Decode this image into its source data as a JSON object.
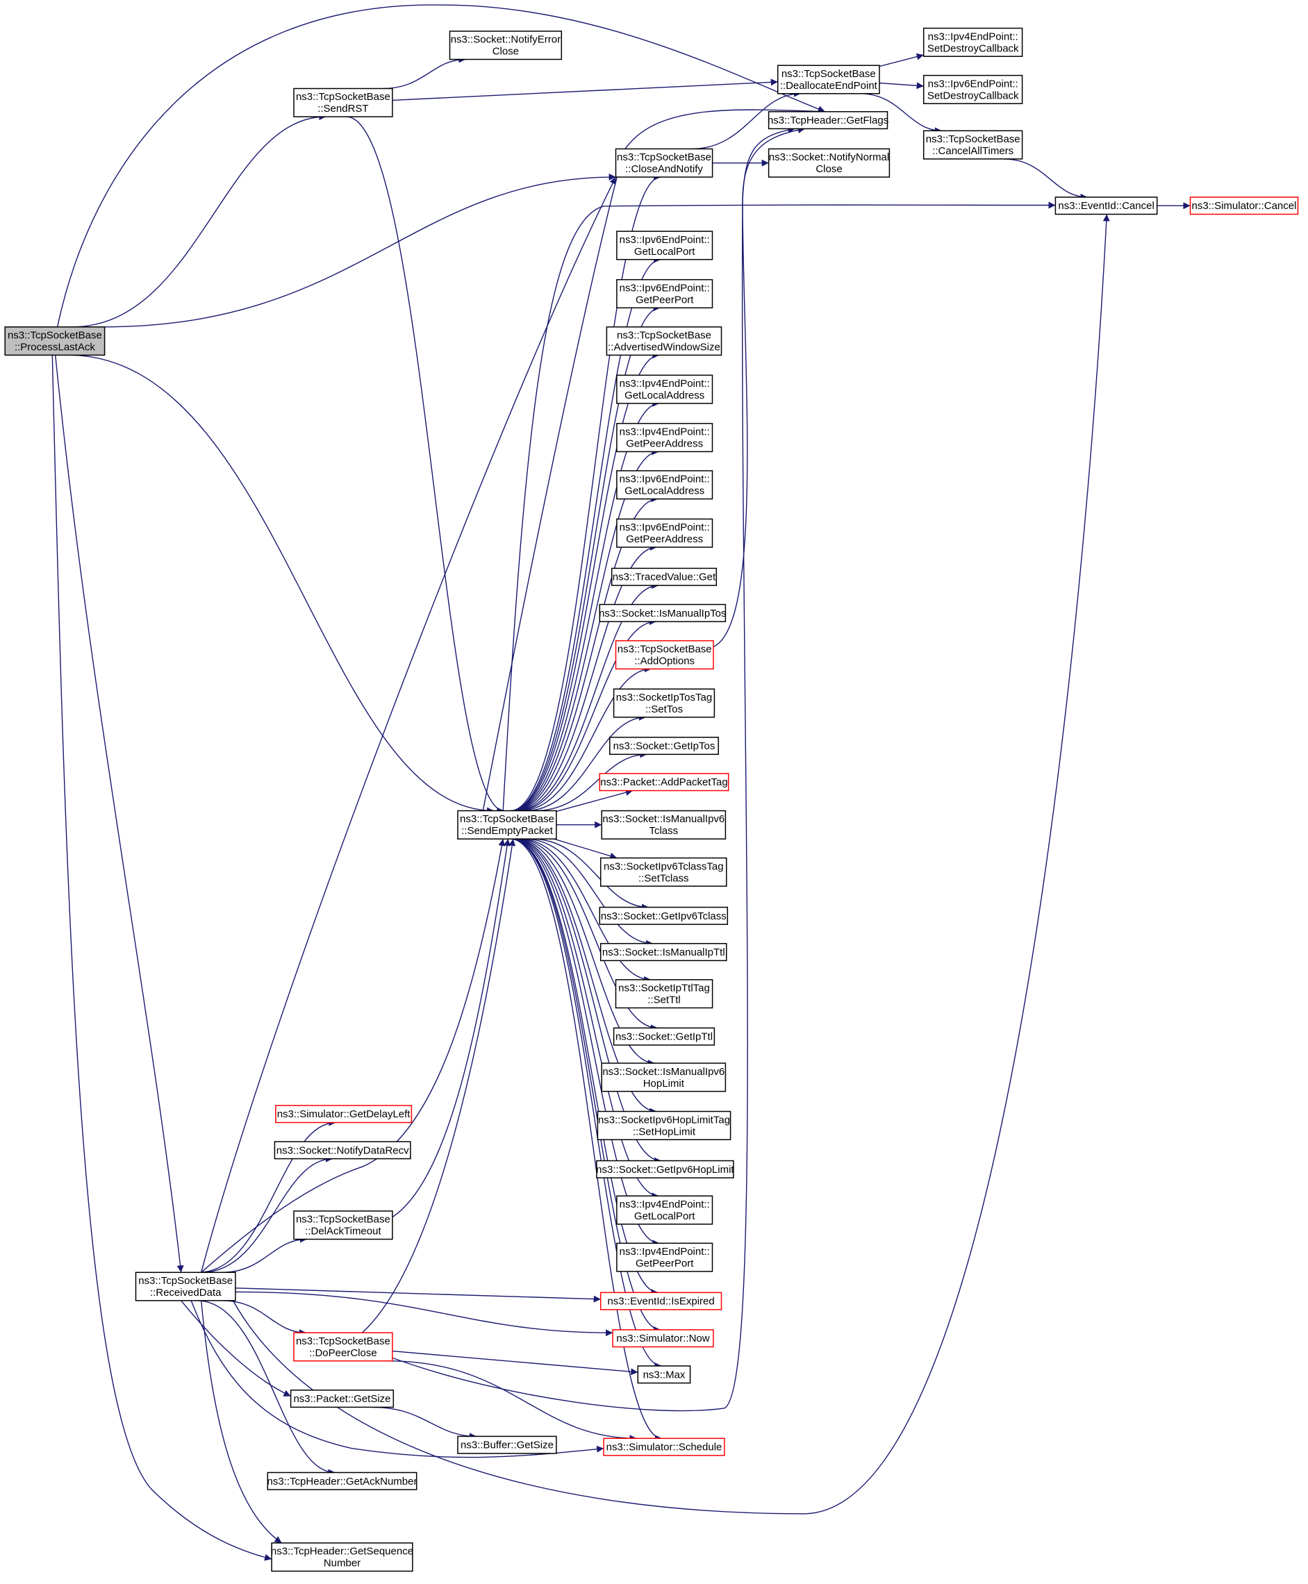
{
  "colors": {
    "edge": "#191970",
    "node_border": "#000000",
    "node_border_truncated": "#ff0000",
    "node_fill": "#ffffff",
    "root_fill": "#bfbfbf"
  },
  "nodes": [
    {
      "id": "process_last_ack",
      "name": "tcp-socket-base-process-last-ack",
      "lines": [
        "ns3::TcpSocketBase",
        "::ProcessLastAck"
      ],
      "root": true
    },
    {
      "id": "send_rst",
      "name": "tcp-socket-base-send-rst",
      "lines": [
        "ns3::TcpSocketBase",
        "::SendRST"
      ]
    },
    {
      "id": "notify_error_close",
      "name": "socket-notify-error-close",
      "lines": [
        "ns3::Socket::NotifyError",
        "Close"
      ]
    },
    {
      "id": "deallocate_endpoint",
      "name": "tcp-socket-base-deallocate-end-point",
      "lines": [
        "ns3::TcpSocketBase",
        "::DeallocateEndPoint"
      ]
    },
    {
      "id": "ipv4_set_destroy_cb",
      "name": "ipv4-end-point-set-destroy-callback",
      "lines": [
        "ns3::Ipv4EndPoint::",
        "SetDestroyCallback"
      ]
    },
    {
      "id": "ipv6_set_destroy_cb",
      "name": "ipv6-end-point-set-destroy-callback",
      "lines": [
        "ns3::Ipv6EndPoint::",
        "SetDestroyCallback"
      ]
    },
    {
      "id": "tcp_header_get_flags",
      "name": "tcp-header-get-flags",
      "lines": [
        "ns3::TcpHeader::GetFlags"
      ]
    },
    {
      "id": "cancel_all_timers",
      "name": "tcp-socket-base-cancel-all-timers",
      "lines": [
        "ns3::TcpSocketBase",
        "::CancelAllTimers"
      ]
    },
    {
      "id": "close_and_notify",
      "name": "tcp-socket-base-close-and-notify",
      "lines": [
        "ns3::TcpSocketBase",
        "::CloseAndNotify"
      ]
    },
    {
      "id": "notify_normal_close",
      "name": "socket-notify-normal-close",
      "lines": [
        "ns3::Socket::NotifyNormal",
        "Close"
      ]
    },
    {
      "id": "event_id_cancel",
      "name": "event-id-cancel",
      "lines": [
        "ns3::EventId::Cancel"
      ]
    },
    {
      "id": "simulator_cancel",
      "name": "simulator-cancel",
      "lines": [
        "ns3::Simulator::Cancel"
      ],
      "truncated": true
    },
    {
      "id": "ipv6_get_local_port",
      "name": "ipv6-end-point-get-local-port",
      "lines": [
        "ns3::Ipv6EndPoint::",
        "GetLocalPort"
      ]
    },
    {
      "id": "ipv6_get_peer_port",
      "name": "ipv6-end-point-get-peer-port",
      "lines": [
        "ns3::Ipv6EndPoint::",
        "GetPeerPort"
      ]
    },
    {
      "id": "advertised_window_size",
      "name": "tcp-socket-base-advertised-window-size",
      "lines": [
        "ns3::TcpSocketBase",
        "::AdvertisedWindowSize"
      ]
    },
    {
      "id": "ipv4_get_local_address",
      "name": "ipv4-end-point-get-local-address",
      "lines": [
        "ns3::Ipv4EndPoint::",
        "GetLocalAddress"
      ]
    },
    {
      "id": "ipv4_get_peer_address",
      "name": "ipv4-end-point-get-peer-address",
      "lines": [
        "ns3::Ipv4EndPoint::",
        "GetPeerAddress"
      ]
    },
    {
      "id": "ipv6_get_local_address",
      "name": "ipv6-end-point-get-local-address",
      "lines": [
        "ns3::Ipv6EndPoint::",
        "GetLocalAddress"
      ]
    },
    {
      "id": "ipv6_get_peer_address",
      "name": "ipv6-end-point-get-peer-address",
      "lines": [
        "ns3::Ipv6EndPoint::",
        "GetPeerAddress"
      ]
    },
    {
      "id": "traced_value_get",
      "name": "traced-value-get",
      "lines": [
        "ns3::TracedValue::Get"
      ]
    },
    {
      "id": "is_manual_ip_tos",
      "name": "socket-is-manual-ip-tos",
      "lines": [
        "ns3::Socket::IsManualIpTos"
      ]
    },
    {
      "id": "add_options",
      "name": "tcp-socket-base-add-options",
      "lines": [
        "ns3::TcpSocketBase",
        "::AddOptions"
      ],
      "truncated": true
    },
    {
      "id": "ip_tos_tag_set_tos",
      "name": "socket-ip-tos-tag-set-tos",
      "lines": [
        "ns3::SocketIpTosTag",
        "::SetTos"
      ]
    },
    {
      "id": "get_ip_tos",
      "name": "socket-get-ip-tos",
      "lines": [
        "ns3::Socket::GetIpTos"
      ]
    },
    {
      "id": "add_packet_tag",
      "name": "packet-add-packet-tag",
      "lines": [
        "ns3::Packet::AddPacketTag"
      ],
      "truncated": true
    },
    {
      "id": "send_empty_packet",
      "name": "tcp-socket-base-send-empty-packet",
      "lines": [
        "ns3::TcpSocketBase",
        "::SendEmptyPacket"
      ]
    },
    {
      "id": "is_manual_ipv6_tclass",
      "name": "socket-is-manual-ipv6-tclass",
      "lines": [
        "ns3::Socket::IsManualIpv6",
        "Tclass"
      ]
    },
    {
      "id": "ipv6_tclass_tag_set_tclass",
      "name": "socket-ipv6-tclass-tag-set-tclass",
      "lines": [
        "ns3::SocketIpv6TclassTag",
        "::SetTclass"
      ]
    },
    {
      "id": "get_ipv6_tclass",
      "name": "socket-get-ipv6-tclass",
      "lines": [
        "ns3::Socket::GetIpv6Tclass"
      ]
    },
    {
      "id": "is_manual_ip_ttl",
      "name": "socket-is-manual-ip-ttl",
      "lines": [
        "ns3::Socket::IsManualIpTtl"
      ]
    },
    {
      "id": "ip_ttl_tag_set_ttl",
      "name": "socket-ip-ttl-tag-set-ttl",
      "lines": [
        "ns3::SocketIpTtlTag",
        "::SetTtl"
      ]
    },
    {
      "id": "get_ip_ttl",
      "name": "socket-get-ip-ttl",
      "lines": [
        "ns3::Socket::GetIpTtl"
      ]
    },
    {
      "id": "is_manual_ipv6_hop_limit",
      "name": "socket-is-manual-ipv6-hop-limit",
      "lines": [
        "ns3::Socket::IsManualIpv6",
        "HopLimit"
      ]
    },
    {
      "id": "ipv6_hop_limit_tag_set",
      "name": "socket-ipv6-hop-limit-tag-set-hop-limit",
      "lines": [
        "ns3::SocketIpv6HopLimitTag",
        "::SetHopLimit"
      ]
    },
    {
      "id": "get_ipv6_hop_limit",
      "name": "socket-get-ipv6-hop-limit",
      "lines": [
        "ns3::Socket::GetIpv6HopLimit"
      ]
    },
    {
      "id": "ipv4_get_local_port",
      "name": "ipv4-end-point-get-local-port",
      "lines": [
        "ns3::Ipv4EndPoint::",
        "GetLocalPort"
      ]
    },
    {
      "id": "ipv4_get_peer_port",
      "name": "ipv4-end-point-get-peer-port",
      "lines": [
        "ns3::Ipv4EndPoint::",
        "GetPeerPort"
      ]
    },
    {
      "id": "simulator_get_delay_left",
      "name": "simulator-get-delay-left",
      "lines": [
        "ns3::Simulator::GetDelayLeft"
      ],
      "truncated": true
    },
    {
      "id": "notify_data_recv",
      "name": "socket-notify-data-recv",
      "lines": [
        "ns3::Socket::NotifyDataRecv"
      ]
    },
    {
      "id": "del_ack_timeout",
      "name": "tcp-socket-base-del-ack-timeout",
      "lines": [
        "ns3::TcpSocketBase",
        "::DelAckTimeout"
      ]
    },
    {
      "id": "received_data",
      "name": "tcp-socket-base-received-data",
      "lines": [
        "ns3::TcpSocketBase",
        "::ReceivedData"
      ]
    },
    {
      "id": "event_id_is_expired",
      "name": "event-id-is-expired",
      "lines": [
        "ns3::EventId::IsExpired"
      ],
      "truncated": true
    },
    {
      "id": "do_peer_close",
      "name": "tcp-socket-base-do-peer-close",
      "lines": [
        "ns3::TcpSocketBase",
        "::DoPeerClose"
      ],
      "truncated": true
    },
    {
      "id": "simulator_now",
      "name": "simulator-now",
      "lines": [
        "ns3::Simulator::Now"
      ],
      "truncated": true
    },
    {
      "id": "ns3_max",
      "name": "ns3-max",
      "lines": [
        "ns3::Max"
      ]
    },
    {
      "id": "packet_get_size",
      "name": "packet-get-size",
      "lines": [
        "ns3::Packet::GetSize"
      ]
    },
    {
      "id": "buffer_get_size",
      "name": "buffer-get-size",
      "lines": [
        "ns3::Buffer::GetSize"
      ]
    },
    {
      "id": "simulator_schedule",
      "name": "simulator-schedule",
      "lines": [
        "ns3::Simulator::Schedule"
      ],
      "truncated": true
    },
    {
      "id": "get_ack_number",
      "name": "tcp-header-get-ack-number",
      "lines": [
        "ns3::TcpHeader::GetAckNumber"
      ]
    },
    {
      "id": "get_sequence_number",
      "name": "tcp-header-get-sequence-number",
      "lines": [
        "ns3::TcpHeader::GetSequence",
        "Number"
      ]
    }
  ],
  "edges": [
    [
      "process_last_ack",
      "send_rst"
    ],
    [
      "process_last_ack",
      "tcp_header_get_flags"
    ],
    [
      "process_last_ack",
      "close_and_notify"
    ],
    [
      "process_last_ack",
      "send_empty_packet"
    ],
    [
      "process_last_ack",
      "received_data"
    ],
    [
      "process_last_ack",
      "get_sequence_number"
    ],
    [
      "send_rst",
      "notify_error_close"
    ],
    [
      "send_rst",
      "deallocate_endpoint"
    ],
    [
      "send_rst",
      "send_empty_packet"
    ],
    [
      "deallocate_endpoint",
      "ipv4_set_destroy_cb"
    ],
    [
      "deallocate_endpoint",
      "ipv6_set_destroy_cb"
    ],
    [
      "deallocate_endpoint",
      "cancel_all_timers"
    ],
    [
      "cancel_all_timers",
      "event_id_cancel"
    ],
    [
      "event_id_cancel",
      "simulator_cancel"
    ],
    [
      "close_and_notify",
      "deallocate_endpoint"
    ],
    [
      "close_and_notify",
      "notify_normal_close"
    ],
    [
      "add_options",
      "tcp_header_get_flags"
    ],
    [
      "send_empty_packet",
      "tcp_header_get_flags"
    ],
    [
      "send_empty_packet",
      "close_and_notify"
    ],
    [
      "send_empty_packet",
      "event_id_cancel"
    ],
    [
      "send_empty_packet",
      "ipv6_get_local_port"
    ],
    [
      "send_empty_packet",
      "ipv6_get_peer_port"
    ],
    [
      "send_empty_packet",
      "advertised_window_size"
    ],
    [
      "send_empty_packet",
      "ipv4_get_local_address"
    ],
    [
      "send_empty_packet",
      "ipv4_get_peer_address"
    ],
    [
      "send_empty_packet",
      "ipv6_get_local_address"
    ],
    [
      "send_empty_packet",
      "ipv6_get_peer_address"
    ],
    [
      "send_empty_packet",
      "traced_value_get"
    ],
    [
      "send_empty_packet",
      "is_manual_ip_tos"
    ],
    [
      "send_empty_packet",
      "add_options"
    ],
    [
      "send_empty_packet",
      "ip_tos_tag_set_tos"
    ],
    [
      "send_empty_packet",
      "get_ip_tos"
    ],
    [
      "send_empty_packet",
      "add_packet_tag"
    ],
    [
      "send_empty_packet",
      "is_manual_ipv6_tclass"
    ],
    [
      "send_empty_packet",
      "ipv6_tclass_tag_set_tclass"
    ],
    [
      "send_empty_packet",
      "get_ipv6_tclass"
    ],
    [
      "send_empty_packet",
      "is_manual_ip_ttl"
    ],
    [
      "send_empty_packet",
      "ip_ttl_tag_set_ttl"
    ],
    [
      "send_empty_packet",
      "get_ip_ttl"
    ],
    [
      "send_empty_packet",
      "is_manual_ipv6_hop_limit"
    ],
    [
      "send_empty_packet",
      "ipv6_hop_limit_tag_set"
    ],
    [
      "send_empty_packet",
      "get_ipv6_hop_limit"
    ],
    [
      "send_empty_packet",
      "ipv4_get_local_port"
    ],
    [
      "send_empty_packet",
      "ipv4_get_peer_port"
    ],
    [
      "send_empty_packet",
      "event_id_is_expired"
    ],
    [
      "send_empty_packet",
      "simulator_now"
    ],
    [
      "send_empty_packet",
      "ns3_max"
    ],
    [
      "send_empty_packet",
      "simulator_schedule"
    ],
    [
      "received_data",
      "simulator_get_delay_left"
    ],
    [
      "received_data",
      "notify_data_recv"
    ],
    [
      "received_data",
      "send_empty_packet"
    ],
    [
      "received_data",
      "del_ack_timeout"
    ],
    [
      "received_data",
      "event_id_is_expired"
    ],
    [
      "received_data",
      "simulator_now"
    ],
    [
      "received_data",
      "do_peer_close"
    ],
    [
      "received_data",
      "packet_get_size"
    ],
    [
      "received_data",
      "simulator_schedule"
    ],
    [
      "received_data",
      "get_ack_number"
    ],
    [
      "received_data",
      "get_sequence_number"
    ],
    [
      "received_data",
      "close_and_notify"
    ],
    [
      "received_data",
      "event_id_cancel"
    ],
    [
      "del_ack_timeout",
      "send_empty_packet"
    ],
    [
      "do_peer_close",
      "send_empty_packet"
    ],
    [
      "do_peer_close",
      "ns3_max"
    ],
    [
      "do_peer_close",
      "simulator_schedule"
    ],
    [
      "do_peer_close",
      "tcp_header_get_flags"
    ],
    [
      "packet_get_size",
      "buffer_get_size"
    ]
  ]
}
